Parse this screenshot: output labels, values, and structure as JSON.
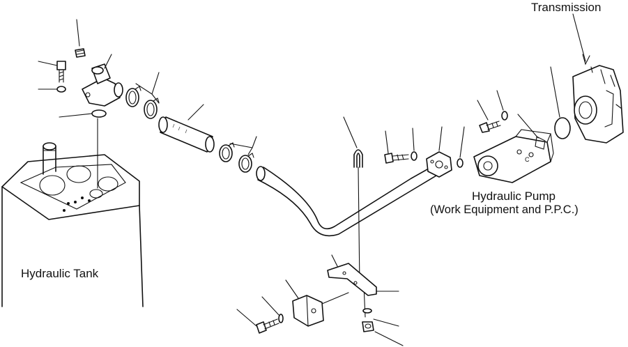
{
  "labels": {
    "transmission": "Transmission",
    "hydraulic_pump_line1": "Hydraulic Pump",
    "hydraulic_pump_line2": "(Work Equipment and P.P.C.)",
    "hydraulic_tank": "Hydraulic Tank"
  }
}
